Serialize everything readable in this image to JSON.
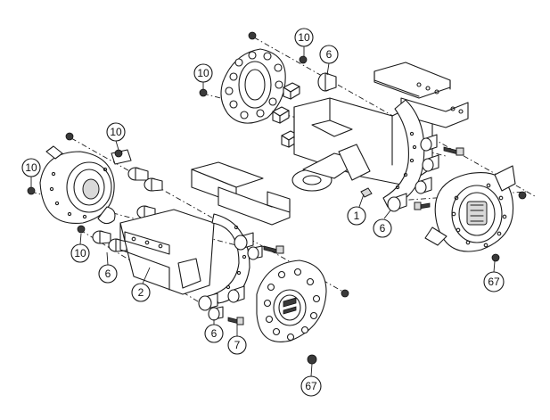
{
  "callouts": [
    {
      "id": "c10-top-a",
      "label": "10"
    },
    {
      "id": "c6-top",
      "label": "6"
    },
    {
      "id": "c10-top-b",
      "label": "10"
    },
    {
      "id": "c10-left-a",
      "label": "10"
    },
    {
      "id": "c10-left-b",
      "label": "10"
    },
    {
      "id": "c10-left-c",
      "label": "10"
    },
    {
      "id": "c6-left",
      "label": "6"
    },
    {
      "id": "c2",
      "label": "2"
    },
    {
      "id": "c6-bottom",
      "label": "6"
    },
    {
      "id": "c7",
      "label": "7"
    },
    {
      "id": "c67-bottom",
      "label": "67"
    },
    {
      "id": "c1",
      "label": "1"
    },
    {
      "id": "c6-right",
      "label": "6"
    },
    {
      "id": "c67-right",
      "label": "67"
    }
  ]
}
